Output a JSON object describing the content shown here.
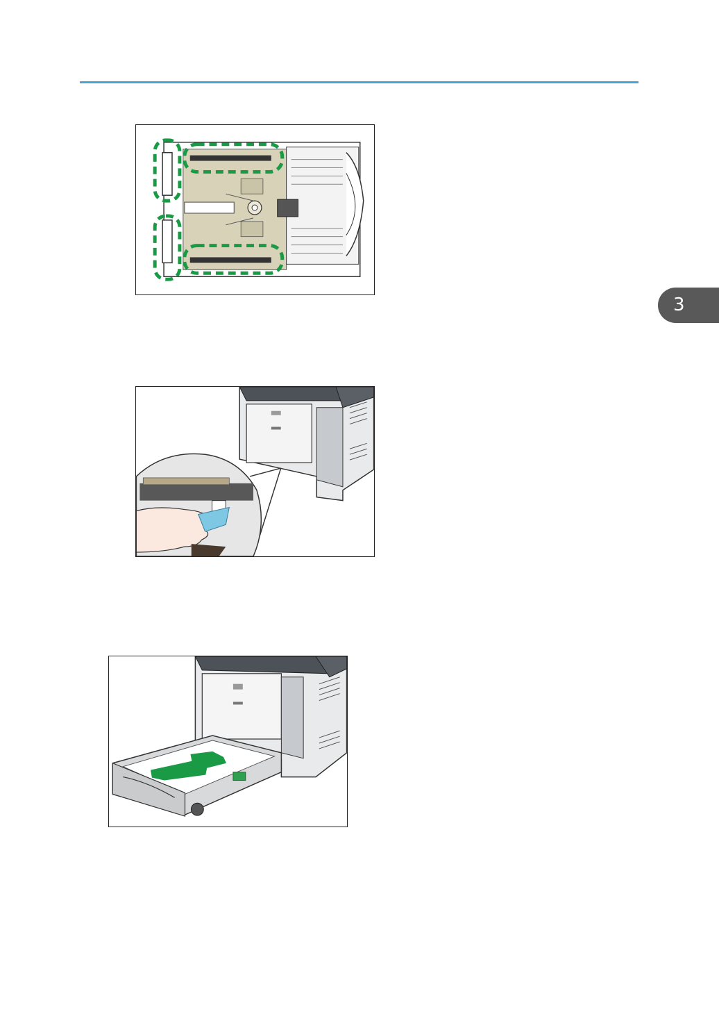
{
  "chapter_tab": {
    "number": "3"
  },
  "figures": [
    {
      "id": "tray-top-view",
      "highlight_color": "#1a9a45"
    },
    {
      "id": "wipe-friction-pad",
      "accent_color": "#7ec8e3"
    },
    {
      "id": "insert-paper-tray",
      "arrow_color": "#1a9a45"
    }
  ],
  "colors": {
    "header_rule": "#4aa3d4",
    "tab_background": "#595959"
  }
}
